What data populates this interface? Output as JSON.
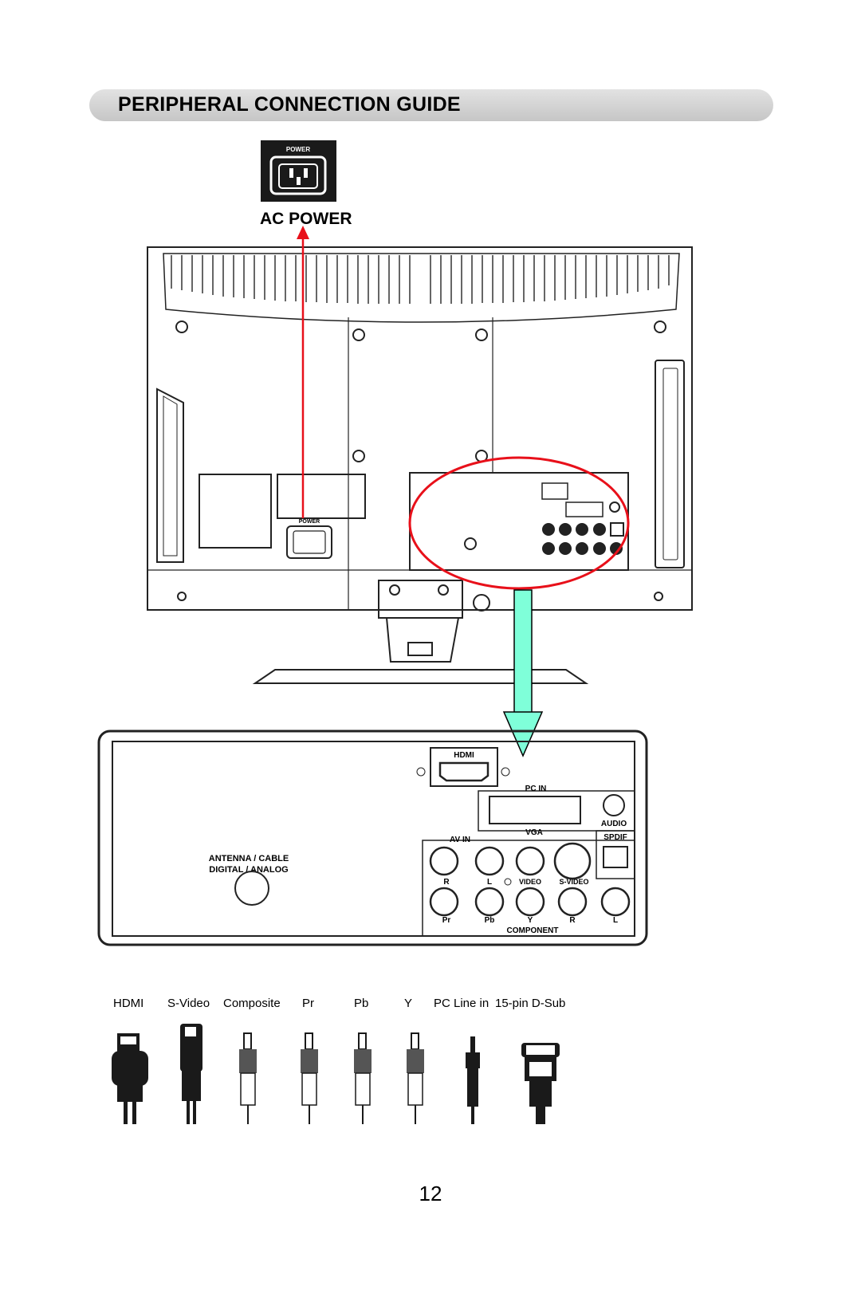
{
  "page": {
    "title": "PERIPHERAL CONNECTION GUIDE",
    "ac_power_label": "AC POWER",
    "page_number": "12"
  },
  "power_inlet": {
    "label": "POWER"
  },
  "tv_back": {
    "power_label": "POWER"
  },
  "panel": {
    "hdmi": "HDMI",
    "pc_in": "PC IN",
    "vga": "VGA",
    "audio": "AUDIO",
    "spdif": "SPDIF",
    "av_in": "AV IN",
    "antenna_line1": "ANTENNA / CABLE",
    "antenna_line2": "DIGITAL / ANALOG",
    "av_labels": [
      "R",
      "L",
      "VIDEO",
      "S-VIDEO"
    ],
    "component_labels": [
      "Pr",
      "Pb",
      "Y",
      "R",
      "L"
    ],
    "component": "COMPONENT"
  },
  "cables": [
    {
      "label": "HDMI",
      "icon": "hdmi-plug-icon"
    },
    {
      "label": "S-Video",
      "icon": "s-video-plug-icon"
    },
    {
      "label": "Composite",
      "icon": "rca-plug-icon"
    },
    {
      "label": "Pr",
      "icon": "rca-plug-icon"
    },
    {
      "label": "Pb",
      "icon": "rca-plug-icon"
    },
    {
      "label": "Y",
      "icon": "rca-plug-icon"
    },
    {
      "label": "PC Line in",
      "icon": "audio-jack-icon"
    },
    {
      "label": "15-pin D-Sub",
      "icon": "d-sub-plug-icon"
    }
  ],
  "colors": {
    "arrow_red": "#e8101a",
    "circle_red": "#e8101a",
    "arrow_cyan": "#7fffd9"
  }
}
